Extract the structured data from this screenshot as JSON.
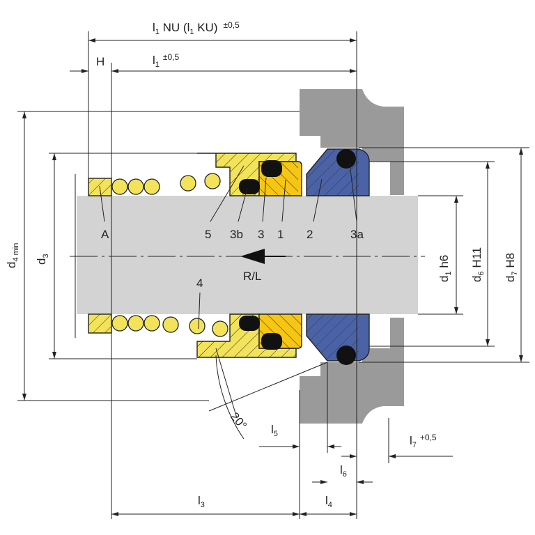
{
  "title": "Mechanical seal installation drawing",
  "colors": {
    "shaft": "#d3d3d3",
    "housing": "#9a9a9a",
    "yellow": "#f2e35a",
    "orange": "#f6c616",
    "blue": "#4b63a6",
    "oring": "#111111"
  },
  "dimensions": {
    "l1_nu": {
      "main": "l",
      "sub": "1",
      "text": " NU (l",
      "sub2": "1",
      "text2": " KU)",
      "tol": "±0,5"
    },
    "l1": {
      "main": "l",
      "sub": "1",
      "tol": "±0,5"
    },
    "H": "H",
    "d4": {
      "main": "d",
      "sub": "4 min"
    },
    "d3": {
      "main": "d",
      "sub": "3"
    },
    "d1": {
      "main": "d",
      "sub": "1",
      "suffix": " h6"
    },
    "d6": {
      "main": "d",
      "sub": "6",
      "suffix": " H11"
    },
    "d7": {
      "main": "d",
      "sub": "7",
      "suffix": " H8"
    },
    "l3": {
      "main": "l",
      "sub": "3"
    },
    "l4": {
      "main": "l",
      "sub": "4"
    },
    "l5": {
      "main": "l",
      "sub": "5"
    },
    "l6": {
      "main": "l",
      "sub": "6"
    },
    "l7": {
      "main": "l",
      "sub": "7",
      "tol": "+0,5"
    },
    "angle": "20°"
  },
  "parts": {
    "A": "A",
    "p5": "5",
    "p3b": "3b",
    "p3": "3",
    "p1": "1",
    "p2": "2",
    "p3a": "3a",
    "p4": "4"
  },
  "rotation": "R/L"
}
